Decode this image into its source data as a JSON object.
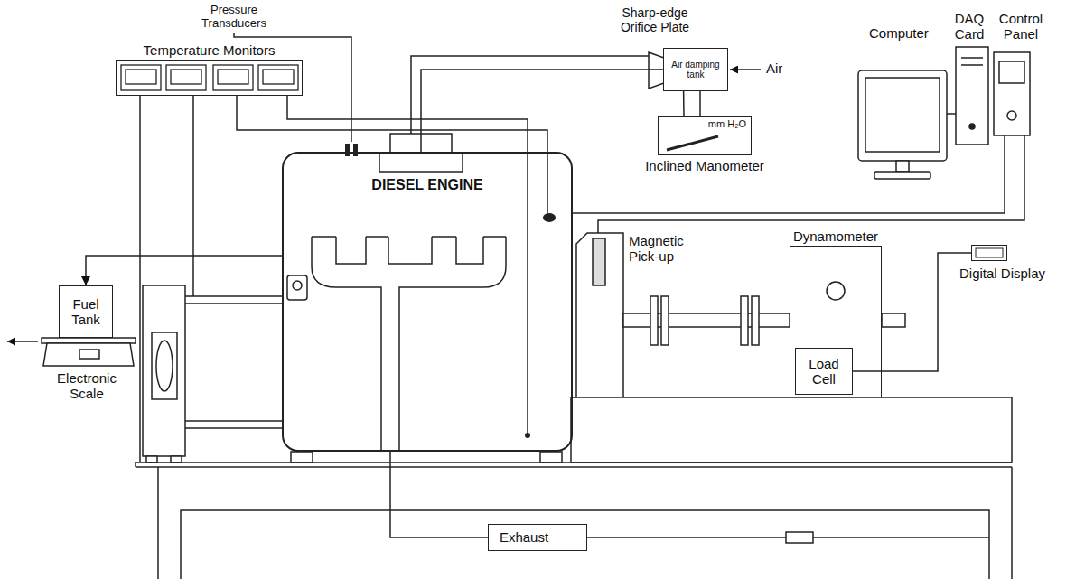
{
  "diagram": {
    "nodes": [
      {
        "text": [
          "Temperature Monitors"
        ]
      },
      {
        "text": [
          "Air damping tank"
        ]
      },
      {
        "text": [
          "mm H₂O",
          "Inclined Manometer"
        ]
      },
      {
        "text": [
          "DIESEL ENGINE"
        ]
      },
      {
        "text": [
          "Fuel Tank"
        ]
      },
      {
        "text": [
          "Dynamometer"
        ]
      },
      {
        "text": [
          "Load Cell"
        ],
        "in": 5
      },
      {
        "text": [
          "Digital Display"
        ]
      },
      {
        "text": [
          "Exhaust"
        ]
      }
    ],
    "edges": [
      {
        "from": 1,
        "to": 3,
        "arrow": "none"
      },
      {
        "from": 1,
        "to": 2,
        "arrow": "none"
      },
      {
        "from": 3,
        "to": 4,
        "arrow": "to"
      },
      {
        "from": 0,
        "to": 3,
        "arrow": "none"
      },
      {
        "from": 0,
        "to": 3,
        "arrow": "none"
      },
      {
        "from": 7,
        "to": 6,
        "arrow": "none"
      },
      {
        "from": 3,
        "to": 8,
        "arrow": "none"
      }
    ],
    "labels": [
      "Pressure Transducers",
      "Sharp-edge Orifice Plate",
      "Computer",
      "DAQ Card",
      "Control Panel",
      "Air",
      "Magnetic Pick-up",
      "Electronic Scale"
    ]
  }
}
